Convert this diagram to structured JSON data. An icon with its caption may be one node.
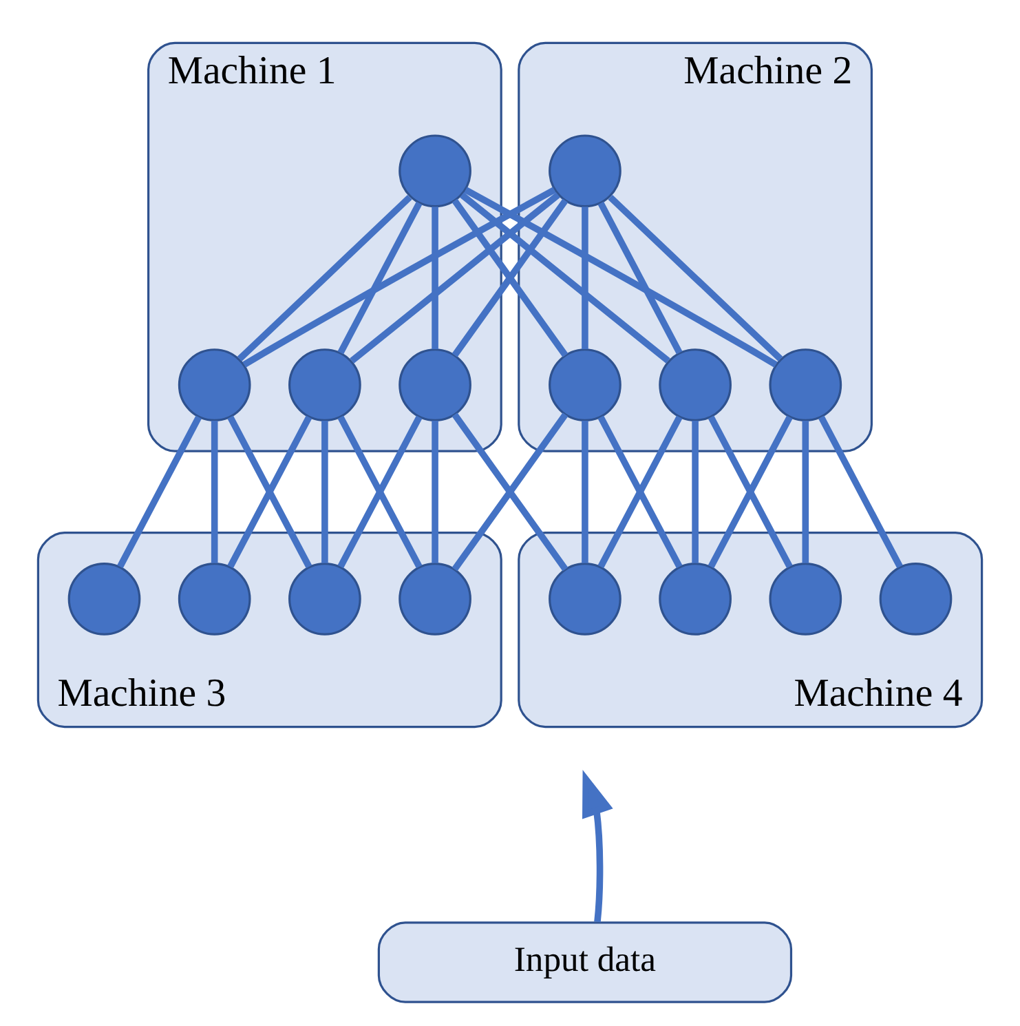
{
  "diagram": {
    "nodes": [
      {
        "text": [
          "Machine 1"
        ]
      },
      {
        "text": [
          "Machine 2"
        ]
      },
      {
        "text": [],
        "shape": "circle",
        "in": 0
      },
      {
        "text": [],
        "shape": "circle",
        "in": 1
      },
      {
        "text": [],
        "shape": "circle",
        "in": 0
      },
      {
        "text": [],
        "shape": "circle",
        "in": 0
      },
      {
        "text": [],
        "shape": "circle",
        "in": 0
      },
      {
        "text": [],
        "shape": "circle",
        "in": 1
      },
      {
        "text": [],
        "shape": "circle",
        "in": 1
      },
      {
        "text": [],
        "shape": "circle",
        "in": 1
      },
      {
        "text": [
          "Machine 3"
        ]
      },
      {
        "text": [
          "Machine 4"
        ]
      },
      {
        "text": [],
        "shape": "circle",
        "in": 10
      },
      {
        "text": [],
        "shape": "circle",
        "in": 10
      },
      {
        "text": [],
        "shape": "circle",
        "in": 10
      },
      {
        "text": [],
        "shape": "circle",
        "in": 10
      },
      {
        "text": [],
        "shape": "circle",
        "in": 11
      },
      {
        "text": [],
        "shape": "circle",
        "in": 11
      },
      {
        "text": [],
        "shape": "circle",
        "in": 11
      },
      {
        "text": [],
        "shape": "circle",
        "in": 11
      },
      {
        "text": [
          "Input data"
        ]
      }
    ],
    "edges": [
      {
        "from": 2,
        "to": 4,
        "arrow": "none"
      },
      {
        "from": 2,
        "to": 5,
        "arrow": "none"
      },
      {
        "from": 2,
        "to": 6,
        "arrow": "none"
      },
      {
        "from": 2,
        "to": 7,
        "arrow": "none"
      },
      {
        "from": 2,
        "to": 8,
        "arrow": "none"
      },
      {
        "from": 2,
        "to": 9,
        "arrow": "none"
      },
      {
        "from": 3,
        "to": 4,
        "arrow": "none"
      },
      {
        "from": 3,
        "to": 5,
        "arrow": "none"
      },
      {
        "from": 3,
        "to": 6,
        "arrow": "none"
      },
      {
        "from": 3,
        "to": 7,
        "arrow": "none"
      },
      {
        "from": 3,
        "to": 8,
        "arrow": "none"
      },
      {
        "from": 3,
        "to": 9,
        "arrow": "none"
      },
      {
        "from": 4,
        "to": 12,
        "arrow": "none"
      },
      {
        "from": 4,
        "to": 13,
        "arrow": "none"
      },
      {
        "from": 4,
        "to": 14,
        "arrow": "none"
      },
      {
        "from": 5,
        "to": 13,
        "arrow": "none"
      },
      {
        "from": 5,
        "to": 14,
        "arrow": "none"
      },
      {
        "from": 5,
        "to": 15,
        "arrow": "none"
      },
      {
        "from": 6,
        "to": 14,
        "arrow": "none"
      },
      {
        "from": 6,
        "to": 15,
        "arrow": "none"
      },
      {
        "from": 6,
        "to": 16,
        "arrow": "none"
      },
      {
        "from": 7,
        "to": 15,
        "arrow": "none"
      },
      {
        "from": 7,
        "to": 16,
        "arrow": "none"
      },
      {
        "from": 7,
        "to": 17,
        "arrow": "none"
      },
      {
        "from": 8,
        "to": 16,
        "arrow": "none"
      },
      {
        "from": 8,
        "to": 17,
        "arrow": "none"
      },
      {
        "from": 8,
        "to": 18,
        "arrow": "none"
      },
      {
        "from": 9,
        "to": 17,
        "arrow": "none"
      },
      {
        "from": 9,
        "to": 18,
        "arrow": "none"
      },
      {
        "from": 9,
        "to": 19,
        "arrow": "none"
      },
      {
        "from": 20,
        "to": null,
        "arrow": "to"
      }
    ]
  }
}
